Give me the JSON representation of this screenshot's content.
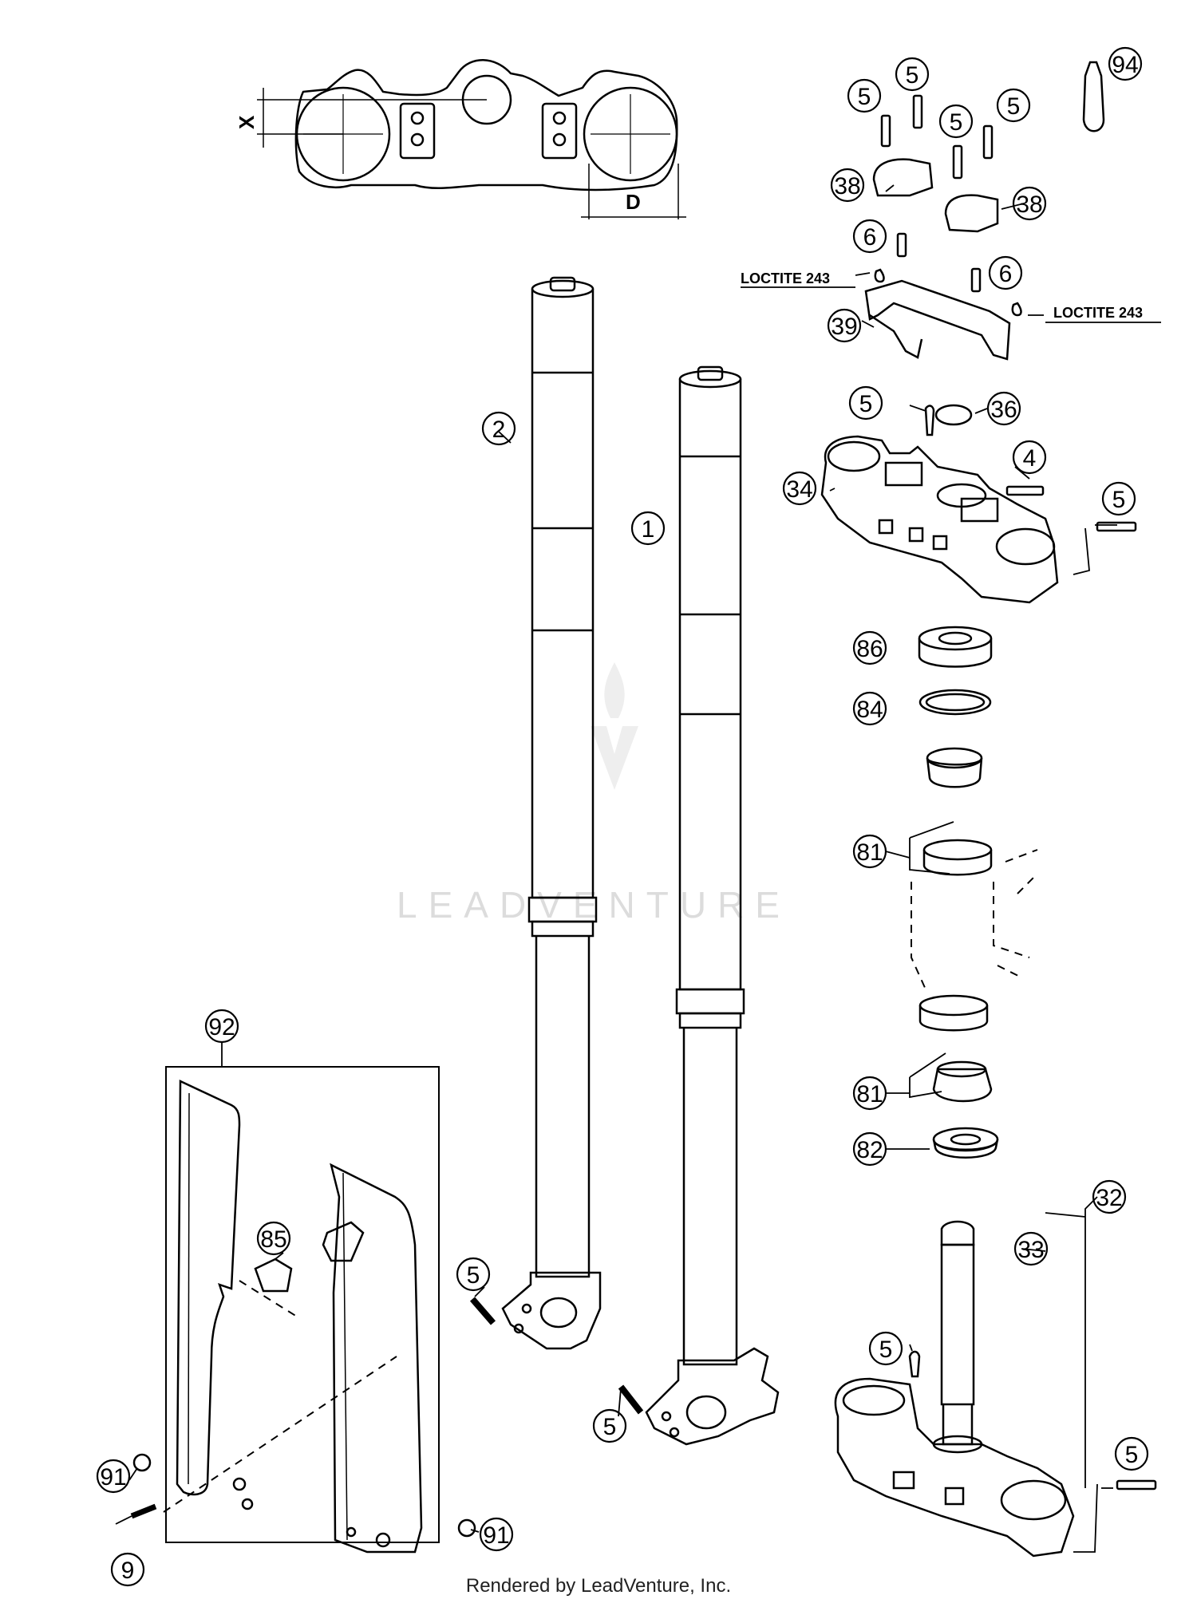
{
  "dimensions": {
    "x_label": "X",
    "d_label": "D"
  },
  "loctite": {
    "left": "LOCTITE 243",
    "right": "LOCTITE 243"
  },
  "callouts": {
    "c94": "94",
    "c5a": "5",
    "c5b": "5",
    "c5c": "5",
    "c5d": "5",
    "c38a": "38",
    "c38b": "38",
    "c6a": "6",
    "c6b": "6",
    "c39": "39",
    "c5e": "5",
    "c36": "36",
    "c4": "4",
    "c34": "34",
    "c5f": "5",
    "c2": "2",
    "c1": "1",
    "c86": "86",
    "c84": "84",
    "c81a": "81",
    "c81b": "81",
    "c82": "82",
    "c32": "32",
    "c33": "33",
    "c5g": "5",
    "c5h": "5",
    "c92": "92",
    "c85": "85",
    "c5i": "5",
    "c5j": "5",
    "c91a": "91",
    "c91b": "91",
    "c9": "9"
  },
  "watermark": "LEADVENTURE",
  "footer": "Rendered by LeadVenture, Inc."
}
